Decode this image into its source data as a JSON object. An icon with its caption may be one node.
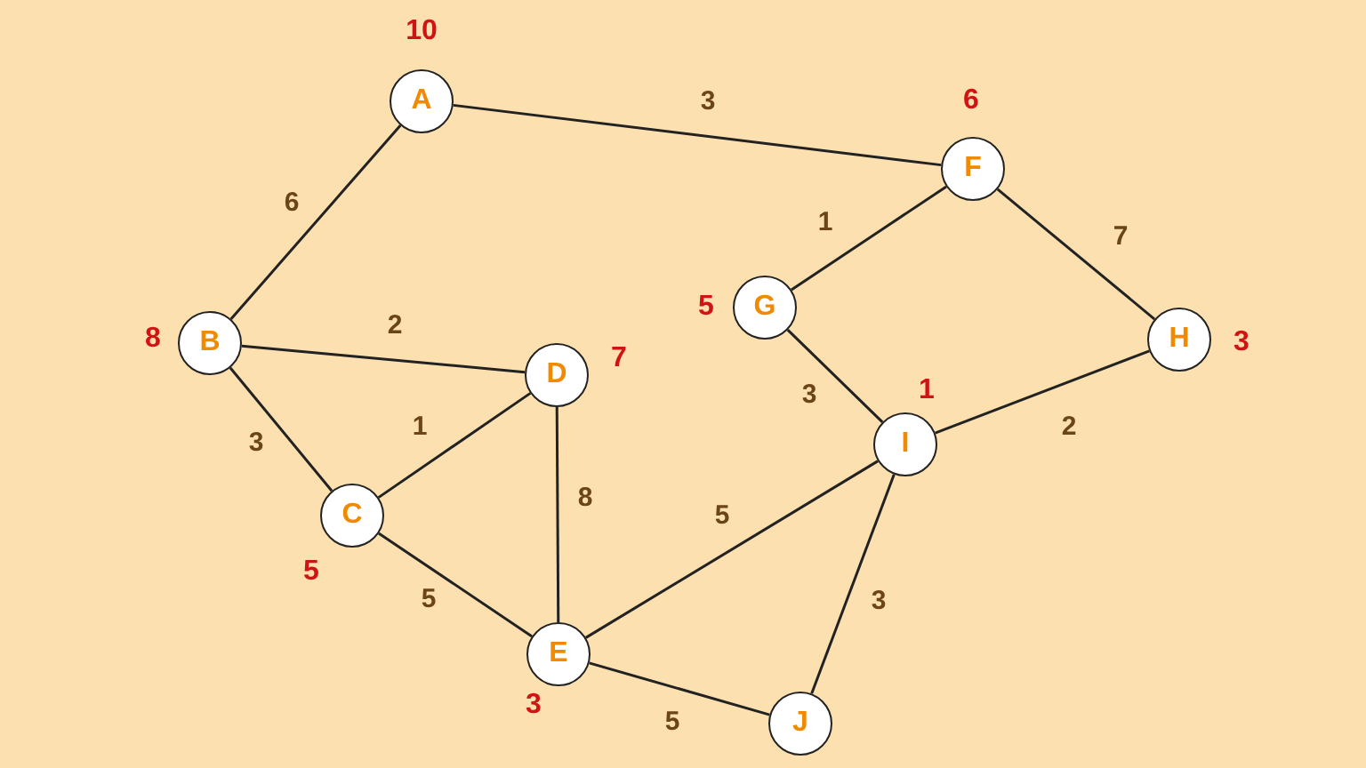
{
  "diagram": {
    "nodes": [
      {
        "text": [
          "A"
        ],
        "beside": [
          "10"
        ]
      },
      {
        "text": [
          "F"
        ],
        "beside": [
          "6"
        ]
      },
      {
        "text": [
          "G"
        ],
        "beside": [
          "5"
        ]
      },
      {
        "text": [
          "H"
        ],
        "beside": [
          "3"
        ]
      },
      {
        "text": [
          "B"
        ],
        "beside": [
          "8"
        ]
      },
      {
        "text": [
          "D"
        ],
        "beside": [
          "7"
        ]
      },
      {
        "text": [
          "I"
        ],
        "beside": [
          "1"
        ]
      },
      {
        "text": [
          "C"
        ],
        "beside": [
          "5"
        ]
      },
      {
        "text": [
          "E"
        ],
        "beside": [
          "3"
        ]
      },
      {
        "text": [
          "J"
        ]
      }
    ],
    "edges": [
      {
        "from": 0,
        "to": 1,
        "arrow": "none",
        "label": "3"
      },
      {
        "from": 0,
        "to": 4,
        "arrow": "none",
        "label": "6"
      },
      {
        "from": 4,
        "to": 5,
        "arrow": "none",
        "label": "2"
      },
      {
        "from": 4,
        "to": 7,
        "arrow": "none",
        "label": "3"
      },
      {
        "from": 7,
        "to": 5,
        "arrow": "none",
        "label": "1"
      },
      {
        "from": 5,
        "to": 8,
        "arrow": "none",
        "label": "8"
      },
      {
        "from": 7,
        "to": 8,
        "arrow": "none",
        "label": "5"
      },
      {
        "from": 1,
        "to": 2,
        "arrow": "none",
        "label": "1"
      },
      {
        "from": 1,
        "to": 3,
        "arrow": "none",
        "label": "7"
      },
      {
        "from": 2,
        "to": 6,
        "arrow": "none",
        "label": "3"
      },
      {
        "from": 6,
        "to": 3,
        "arrow": "none",
        "label": "2"
      },
      {
        "from": 8,
        "to": 6,
        "arrow": "none",
        "label": "5"
      },
      {
        "from": 6,
        "to": 9,
        "arrow": "none",
        "label": "3"
      },
      {
        "from": 8,
        "to": 9,
        "arrow": "none",
        "label": "5"
      }
    ]
  }
}
